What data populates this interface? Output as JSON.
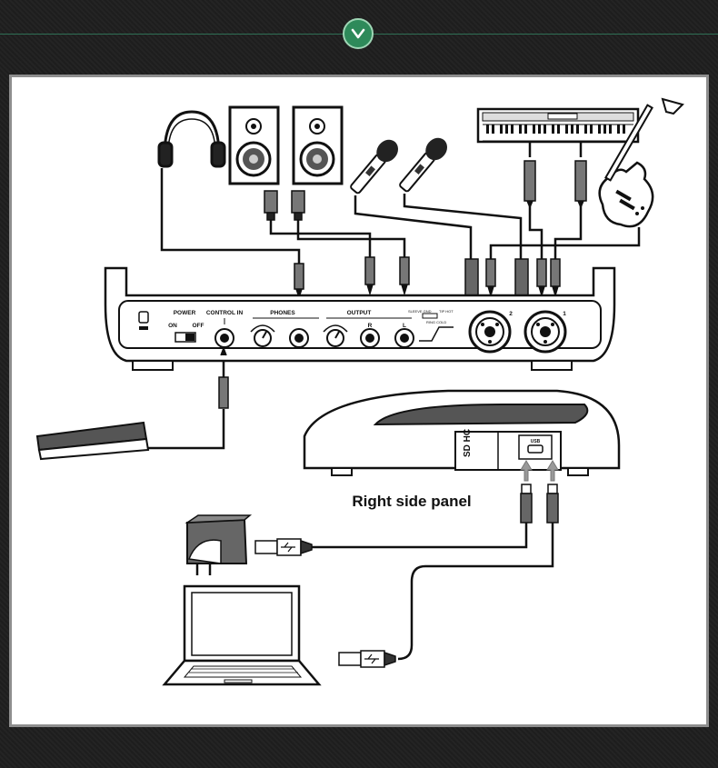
{
  "header": {
    "icon": "chevron-down-icon",
    "accent_color": "#2e8a5a"
  },
  "device_labels": {
    "power": "POWER",
    "on": "ON",
    "off": "OFF",
    "control_in": "CONTROL IN",
    "phones": "PHONES",
    "output": "OUTPUT",
    "r": "R",
    "l": "L",
    "sleeve_gnd": "SLEEVE GND",
    "tip_hot": "TIP HOT",
    "ring_cold": "RING COLD",
    "input_2": "2",
    "input_1": "1"
  },
  "side_panel": {
    "caption": "Right side panel",
    "sd_logo": "SD HC",
    "usb_label": "USB"
  },
  "icons": [
    "headphones-icon",
    "monitor-speaker-icon",
    "microphone-icon",
    "keyboard-synth-icon",
    "electric-guitar-icon",
    "footswitch-pedal-icon",
    "power-adapter-icon",
    "laptop-icon",
    "usb-plug-icon",
    "kensington-lock-icon"
  ]
}
